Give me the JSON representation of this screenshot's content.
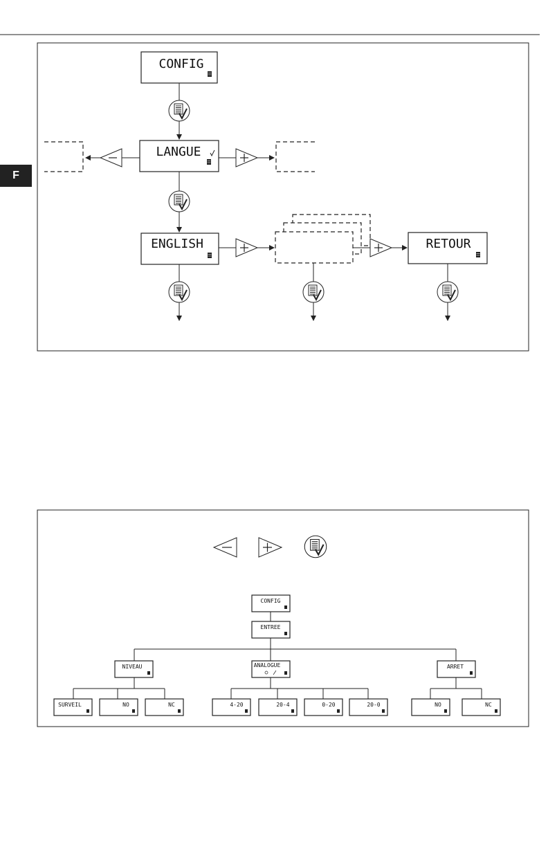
{
  "side_tab": "F",
  "diagram1": {
    "config": "CONFIG",
    "langue": "LANGUE",
    "english": "ENGLISH",
    "retour": "RETOUR"
  },
  "diagram2": {
    "config": "CONFIG",
    "entree": "ENTREE",
    "niveau": "NIVEAU",
    "analogue": "ANALOGUE",
    "arret": "ARRET",
    "surveil": "SURVEIL",
    "no1": "NO",
    "nc1": "NC",
    "r420": "4-20",
    "r204": "20-4",
    "r020": "0-20",
    "r200": "20-0",
    "no2": "NO",
    "nc2": "NC"
  }
}
